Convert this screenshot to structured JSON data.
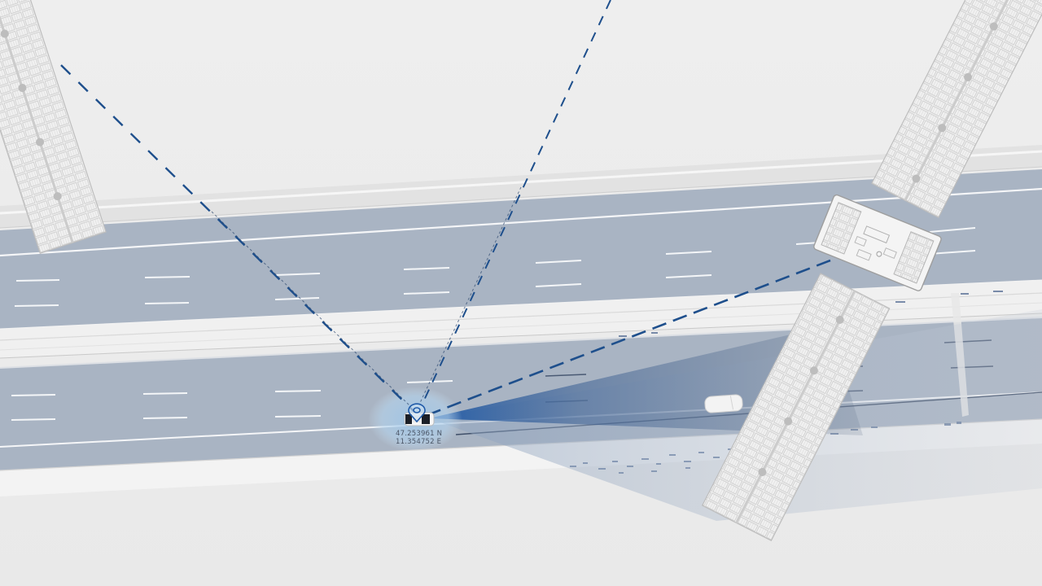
{
  "scene": {
    "description": "GNSS satellite positioning illustration over a highway",
    "colors": {
      "background": "#ececec",
      "road_surface": "#a9b4c3",
      "road_surface_dark": "#9aa6b6",
      "road_shoulder": "#f2f2f2",
      "barrier": "#e4e4e4",
      "lane_marking_light": "#f4f6f8",
      "lane_marking_dark": "#4a5a74",
      "signal_line": "#1e4f8c",
      "sensor_beam": "#1f5aa8",
      "position_halo": "#a9cce8",
      "satellite_body": "#f3f3f3",
      "satellite_outline": "#b8b8b8"
    }
  },
  "vehicle": {
    "icon": "location-pin-icon",
    "coordinates": {
      "latitude": "47.253961 N",
      "longitude": "11.354752 E"
    }
  },
  "satellites": [
    {
      "id": "satellite-left",
      "visible": "solar panel wing, top-left"
    },
    {
      "id": "satellite-right",
      "visible": "bus with two solar panel wings, right"
    },
    {
      "id": "satellite-top",
      "visible": "off-screen, signal line only"
    }
  ]
}
